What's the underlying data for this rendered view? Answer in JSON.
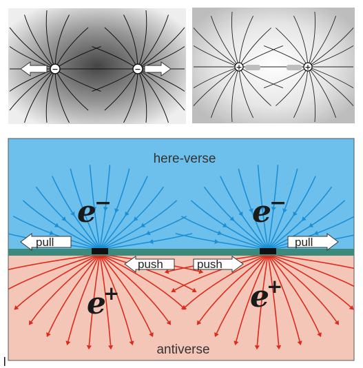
{
  "labels": {
    "top": "here-verse",
    "bottom": "antiverse",
    "pull_left": "pull",
    "pull_right": "pull",
    "push_left": "push",
    "push_right": "push",
    "e_symbol": "e",
    "minus": "−",
    "plus": "+",
    "charge_neg": "−",
    "charge_pos": "+"
  },
  "colors": {
    "top_region": "#6ec0ec",
    "bottom_region": "#f3c6b8",
    "membrane": "#3b8a7c",
    "top_lines": "#1a8fd6",
    "bottom_lines": "#dd2a1a"
  }
}
